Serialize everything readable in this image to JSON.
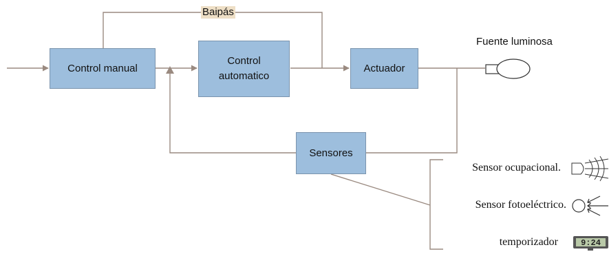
{
  "colors": {
    "block_fill": "#9dbedd",
    "block_border": "#7a93ad",
    "connector": "#9a8a80",
    "bypass_highlight": "#eedfc6",
    "timer_lcd": "#b9c9a8"
  },
  "blocks": {
    "manual": {
      "label": "Control manual"
    },
    "automatic": {
      "line1": "Control",
      "line2": "automatico"
    },
    "actuator": {
      "label": "Actuador"
    },
    "sensors": {
      "label": "Sensores"
    }
  },
  "bypass_label": "Baipás",
  "light_source_label": "Fuente luminosa",
  "sensor_list": [
    {
      "label": "Sensor ocupacional.",
      "icon": "occupancy-sensor-icon"
    },
    {
      "label": "Sensor fotoeléctrico.",
      "icon": "photoelectric-sensor-icon"
    },
    {
      "label": "temporizador",
      "icon": "timer-icon",
      "display": "9:24"
    }
  ]
}
